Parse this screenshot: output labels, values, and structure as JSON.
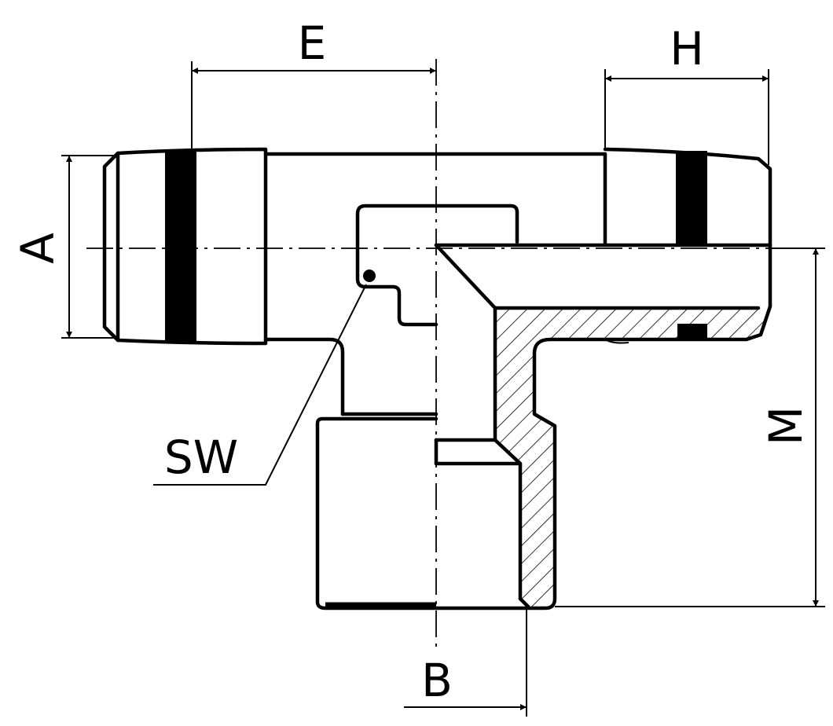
{
  "labels": {
    "E": "E",
    "H": "H",
    "A": "A",
    "M": "M",
    "SW": "SW",
    "B": "B"
  },
  "colors": {
    "line": "#000000",
    "background": "#ffffff"
  }
}
